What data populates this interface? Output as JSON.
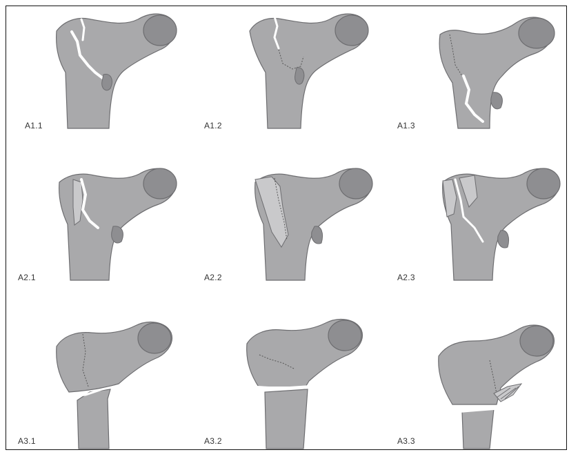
{
  "figure": {
    "panels": [
      {
        "id": "a11",
        "label": "A1.1"
      },
      {
        "id": "a12",
        "label": "A1.2"
      },
      {
        "id": "a13",
        "label": "A1.3"
      },
      {
        "id": "a21",
        "label": "A2.1"
      },
      {
        "id": "a22",
        "label": "A2.2"
      },
      {
        "id": "a23",
        "label": "A2.3"
      },
      {
        "id": "a31",
        "label": "A3.1"
      },
      {
        "id": "a32",
        "label": "A3.2"
      },
      {
        "id": "a33",
        "label": "A3.3"
      }
    ],
    "colors": {
      "bone": "#a9a9ab",
      "bone_dark": "#8e8e91",
      "bone_light": "#c9c9cb",
      "outline": "#6d6d70",
      "fracture": "#ffffff",
      "frame": "#111111"
    }
  }
}
